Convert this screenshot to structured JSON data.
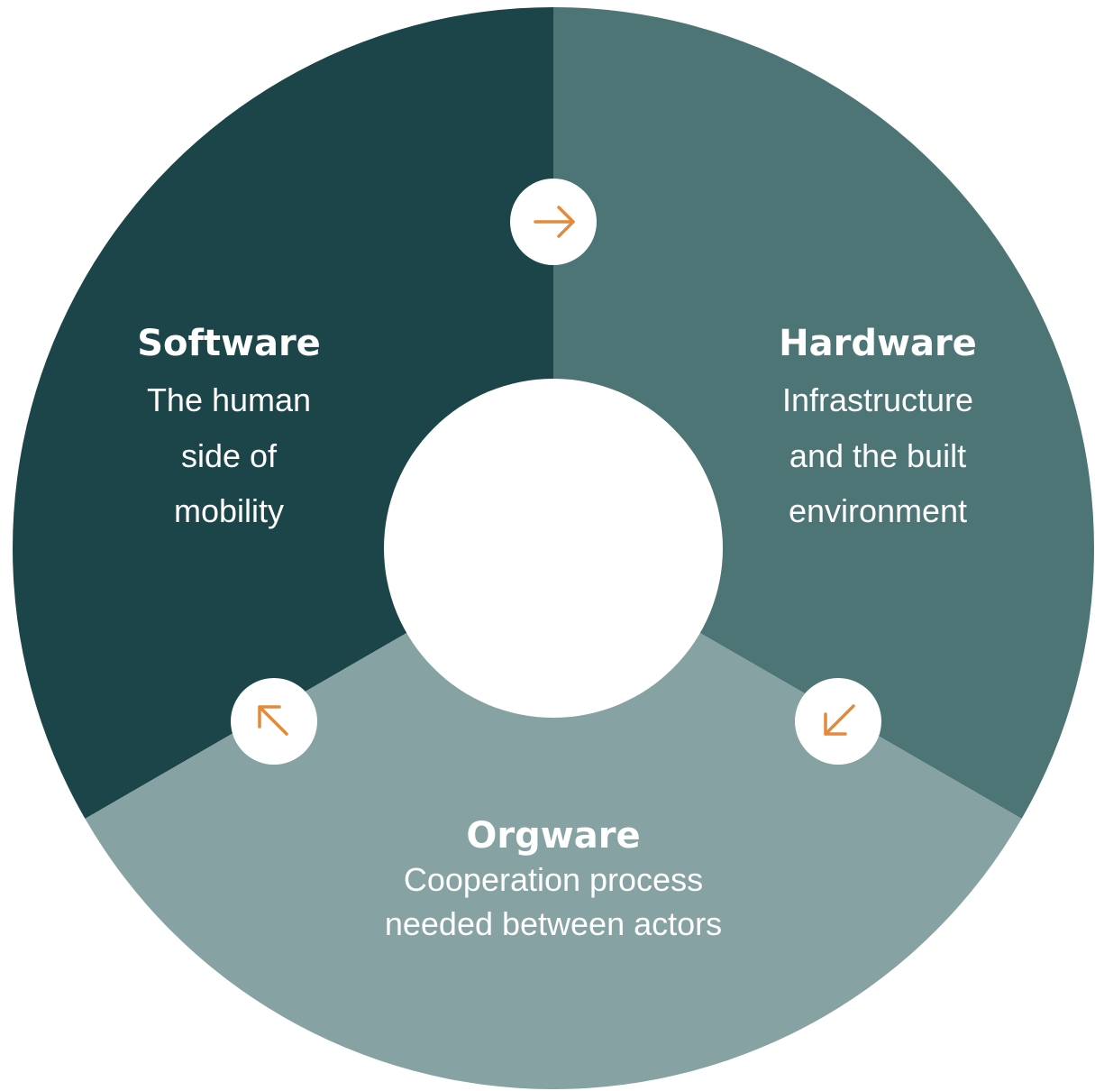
{
  "colors": {
    "software": "#1c4549",
    "hardware": "#4e7575",
    "orgware": "#87a2a3",
    "arrow": "#e38a3c",
    "hub": "#ffffff"
  },
  "segments": {
    "software": {
      "title": "Software",
      "lines": [
        "The human",
        "side of",
        "mobility"
      ]
    },
    "hardware": {
      "title": "Hardware",
      "lines": [
        "Infrastructure",
        "and the built",
        "environment"
      ]
    },
    "orgware": {
      "title": "Orgware",
      "lines": [
        "Cooperation process",
        "needed between actors"
      ]
    }
  },
  "arrows": [
    {
      "icon": "arrow-right-icon",
      "direction": "right"
    },
    {
      "icon": "arrow-down-left-icon",
      "direction": "down-left"
    },
    {
      "icon": "arrow-up-left-icon",
      "direction": "up-left"
    }
  ]
}
